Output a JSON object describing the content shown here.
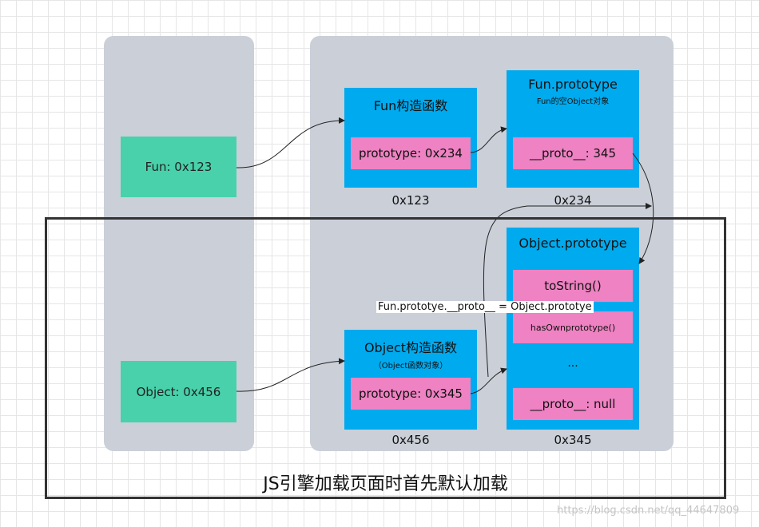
{
  "stack_items": [
    {
      "label": "Fun: 0x123"
    },
    {
      "label": "Object: 0x456"
    }
  ],
  "objects": {
    "fun_ctor": {
      "title": "Fun构造函数",
      "prop": "prototype: 0x234",
      "addr": "0x123"
    },
    "fun_proto": {
      "title": "Fun.prototype",
      "subtitle": "Fun的空Object对象",
      "prop": "__proto__: 345",
      "addr": "0x234"
    },
    "obj_ctor": {
      "title": "Object构造函数",
      "subtitle": "（Object函数对象）",
      "prop": "prototype: 0x345",
      "addr": "0x456"
    },
    "obj_proto": {
      "title": "Object.prototype",
      "props": [
        "toString()",
        "hasOwnprototype()",
        "...",
        "__proto__: null"
      ],
      "addr": "0x345"
    }
  },
  "annotation": "Fun.prototye.__proto__ = Object.prototye",
  "caption": "JS引擎加载页面时首先默认加载",
  "watermark": "https://blog.csdn.net/qq_44647809",
  "colors": {
    "panel": "#cacfd8",
    "stack_box": "#48d1ab",
    "object_box": "#00aaee",
    "property_box": "#ee82c2"
  }
}
